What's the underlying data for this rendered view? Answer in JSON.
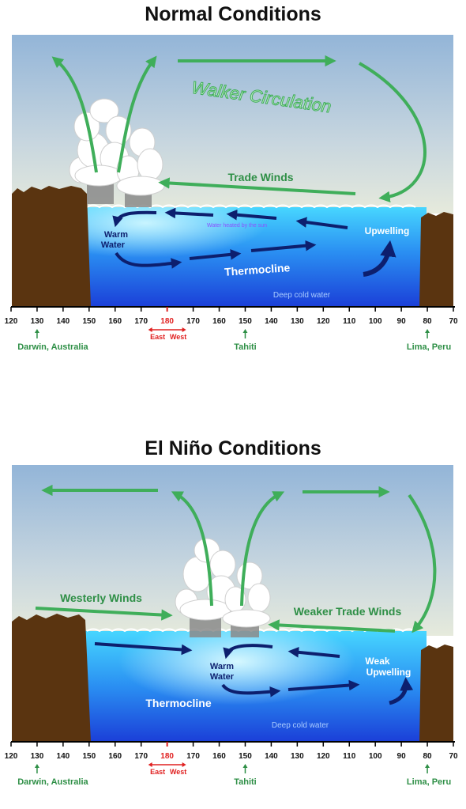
{
  "normal": {
    "title": "Normal Conditions",
    "labels": {
      "walker": "Walker Circulation",
      "trade_winds": "Trade Winds",
      "water_heated": "Water heated by the sun",
      "warm_water_1": "Warm",
      "warm_water_2": "Water",
      "upwelling": "Upwelling",
      "thermocline": "Thermocline",
      "deep_cold": "Deep cold water"
    }
  },
  "elnino": {
    "title": "El Niño Conditions",
    "labels": {
      "westerly": "Westerly Winds",
      "weaker_trade": "Weaker Trade Winds",
      "warm_water_1": "Warm",
      "warm_water_2": "Water",
      "weak_1": "Weak",
      "weak_2": "Upwelling",
      "thermocline": "Thermocline",
      "deep_cold": "Deep cold water"
    }
  },
  "axis": {
    "ticks": [
      "120",
      "130",
      "140",
      "150",
      "160",
      "170",
      "180",
      "170",
      "160",
      "150",
      "140",
      "130",
      "120",
      "110",
      "100",
      "90",
      "80",
      "70"
    ],
    "east": "East",
    "west": "West",
    "locations": [
      "Darwin, Australia",
      "Tahiti",
      "Lima, Peru"
    ]
  },
  "colors": {
    "wind_arrow": "#3fae5a",
    "current_arrow": "#0d1f6e",
    "land": "#5a3410",
    "ocean": "#1b78f0",
    "sky_top": "#8fb3d8",
    "dateline": "#e02020"
  }
}
